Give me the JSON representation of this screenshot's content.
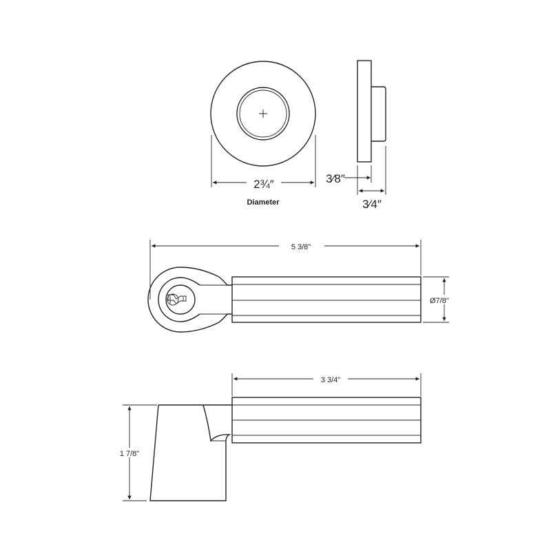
{
  "rose_front": {
    "diameter": "2¾″",
    "label": "Diameter"
  },
  "rose_side": {
    "plate_depth": "3⁄8″",
    "total_depth": "3⁄4″"
  },
  "lever_top": {
    "length": "5 3/8\"",
    "handle_diameter": "Ø7/8\""
  },
  "lever_side": {
    "handle_length": "3 3/4\"",
    "height": "1 7/8\""
  },
  "colors": {
    "line": "#231f20",
    "background": "#ffffff"
  }
}
